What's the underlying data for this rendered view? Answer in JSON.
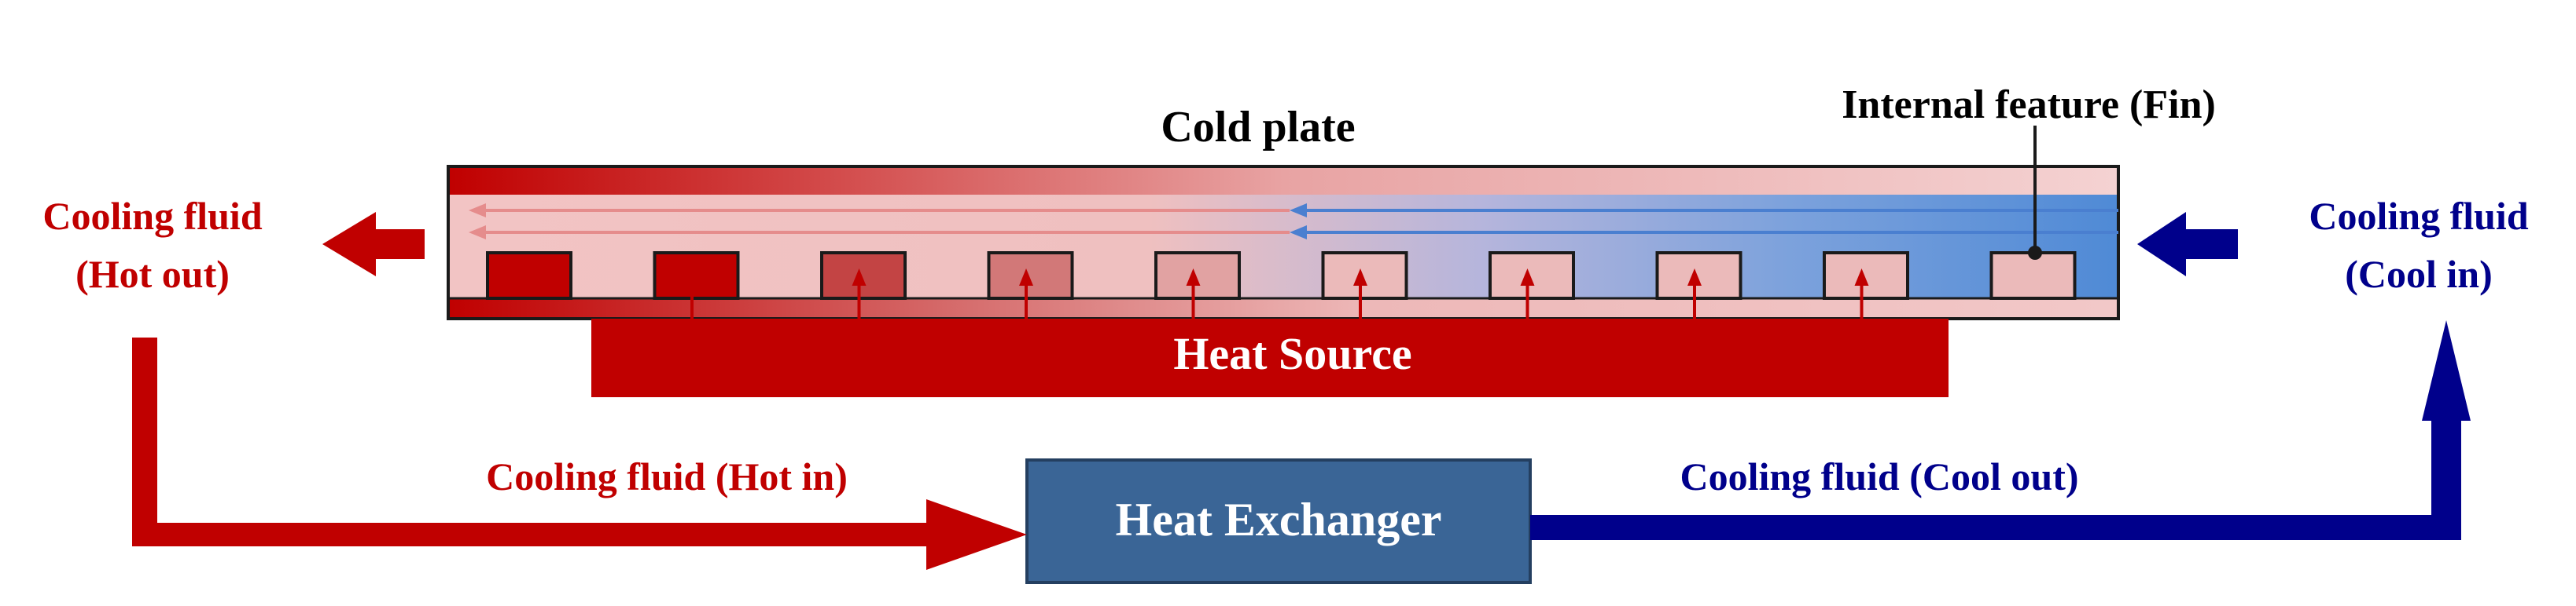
{
  "labels": {
    "cold_plate": "Cold plate",
    "internal_feature": "Internal feature (Fin)",
    "hot_out_line1": "Cooling fluid",
    "hot_out_line2": "(Hot out)",
    "cool_in_line1": "Cooling fluid",
    "cool_in_line2": "(Cool in)",
    "heat_source": "Heat Source",
    "hot_in": "Cooling fluid (Hot in)",
    "cool_out": "Cooling fluid (Cool out)",
    "heat_exchanger": "Heat Exchanger"
  },
  "colors": {
    "hot": "#c00000",
    "cool": "#00008b",
    "fluid_cool": "#5b8fd6",
    "fluid_hot": "#f2c4c4",
    "fin": "#e7b3b3",
    "exchanger": "#3a6596",
    "outline": "#1a1a1a",
    "text": "#000000",
    "text_light": "#ffffff"
  },
  "fin_count": 10,
  "heat_arrow_count": 8
}
